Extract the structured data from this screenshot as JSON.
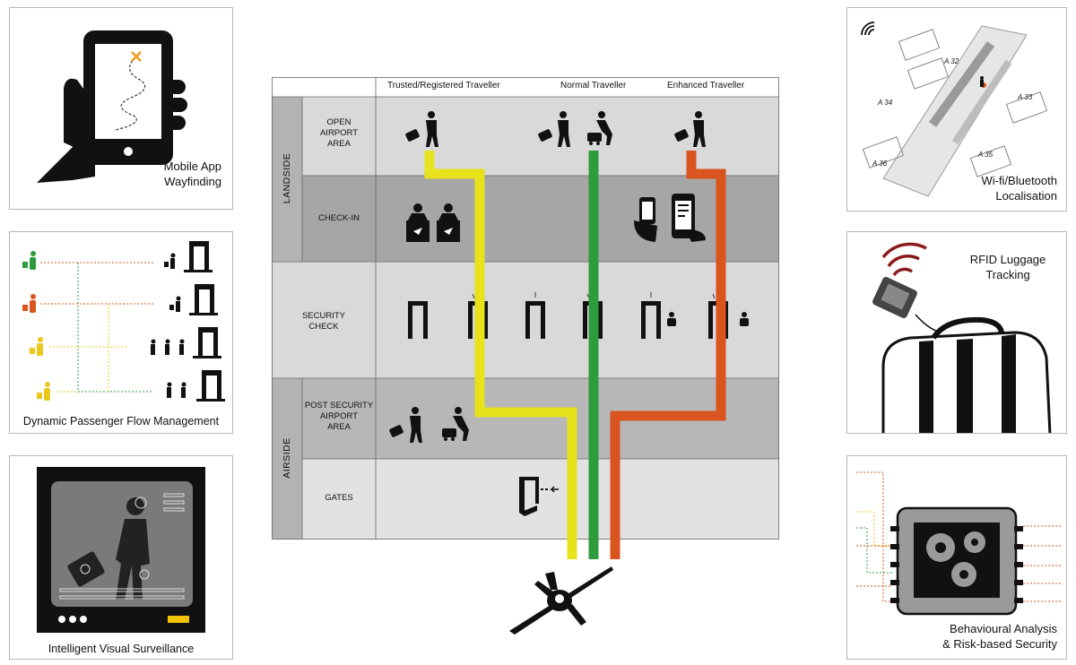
{
  "panels": {
    "mobile_app": {
      "line1": "Mobile App",
      "line2": "Wayfinding"
    },
    "passenger_flow": {
      "caption": "Dynamic Passenger Flow Management"
    },
    "visual_surveillance": {
      "caption": "Intelligent Visual Surveillance"
    },
    "wifi": {
      "line1": "Wi-fi/Bluetooth",
      "line2": "Localisation",
      "gates": [
        "A 32",
        "A 34",
        "A 33",
        "A 36",
        "A 35"
      ]
    },
    "rfid": {
      "line1": "RFID Luggage",
      "line2": "Tracking"
    },
    "behaviour": {
      "line1": "Behavioural Analysis",
      "line2": "& Risk-based Security"
    }
  },
  "flow": {
    "columns": [
      "Trusted/Registered Traveller",
      "Normal Traveller",
      "Enhanced Traveller"
    ],
    "sides": [
      "LANDSIDE",
      "AIRSIDE"
    ],
    "zones": [
      {
        "lines": [
          "OPEN",
          "AIRPORT",
          "AREA"
        ]
      },
      {
        "lines": [
          "CHECK-IN"
        ]
      },
      {
        "lines": [
          "SECURITY",
          "CHECK"
        ]
      },
      {
        "lines": [
          "POST SECURITY",
          "AIRPORT",
          "AREA"
        ]
      },
      {
        "lines": [
          "GATES"
        ]
      }
    ],
    "path_colors": {
      "trusted": "#e8e21d",
      "normal": "#2e9b3c",
      "enhanced": "#d9541e"
    }
  }
}
